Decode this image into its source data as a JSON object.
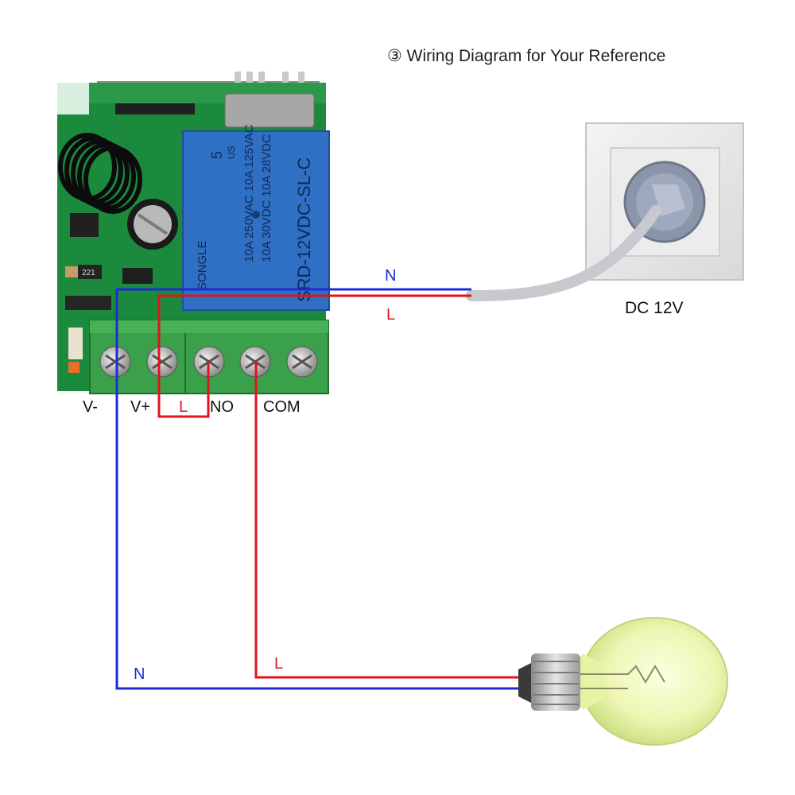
{
  "title": "③ Wiring Diagram for Your Reference",
  "power_source": {
    "label": "DC 12V"
  },
  "relay": {
    "brand": "SONGLE",
    "model": "SRD-12VDC-SL-C",
    "ratings": [
      "10A 250VAC  10A 125VAC",
      "10A 30VDC  10A 28VDC"
    ],
    "number": "5",
    "cert": "US",
    "resistor_code": "221"
  },
  "terminals": [
    "V-",
    "V+",
    "NO",
    "COM"
  ],
  "wires": {
    "supply_neutral": "N",
    "supply_line": "L",
    "jumper_line": "L",
    "lamp_line": "L",
    "lamp_neutral": "N"
  },
  "colors": {
    "neutral_wire": "#1b2bd6",
    "line_wire": "#e0141b",
    "pcb": "#1c8a3c",
    "relay": "#2f6fc4",
    "terminal": "#3aa04a"
  }
}
